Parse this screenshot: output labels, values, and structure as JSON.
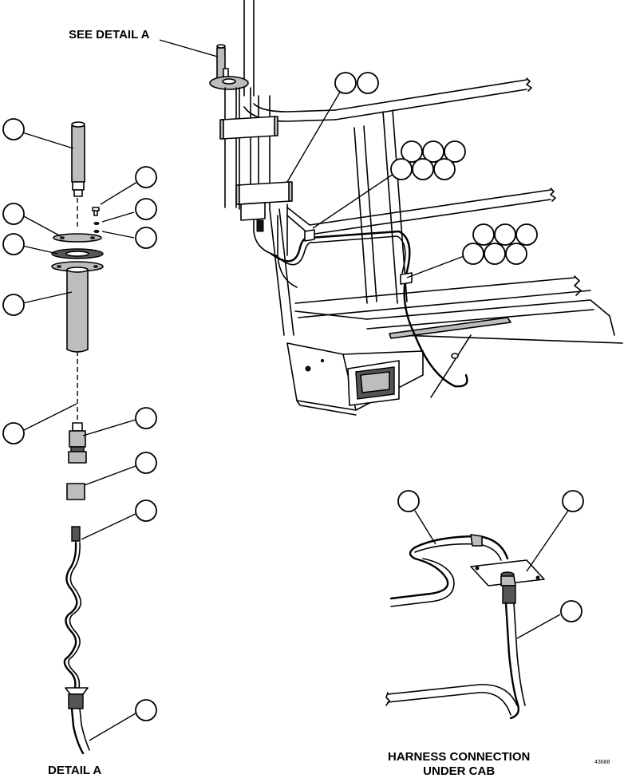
{
  "labels": {
    "see_detail": "SEE DETAIL A",
    "detail": "DETAIL A",
    "harness_line1": "HARNESS CONNECTION",
    "harness_line2": "UNDER CAB",
    "figure_number": "43688"
  }
}
